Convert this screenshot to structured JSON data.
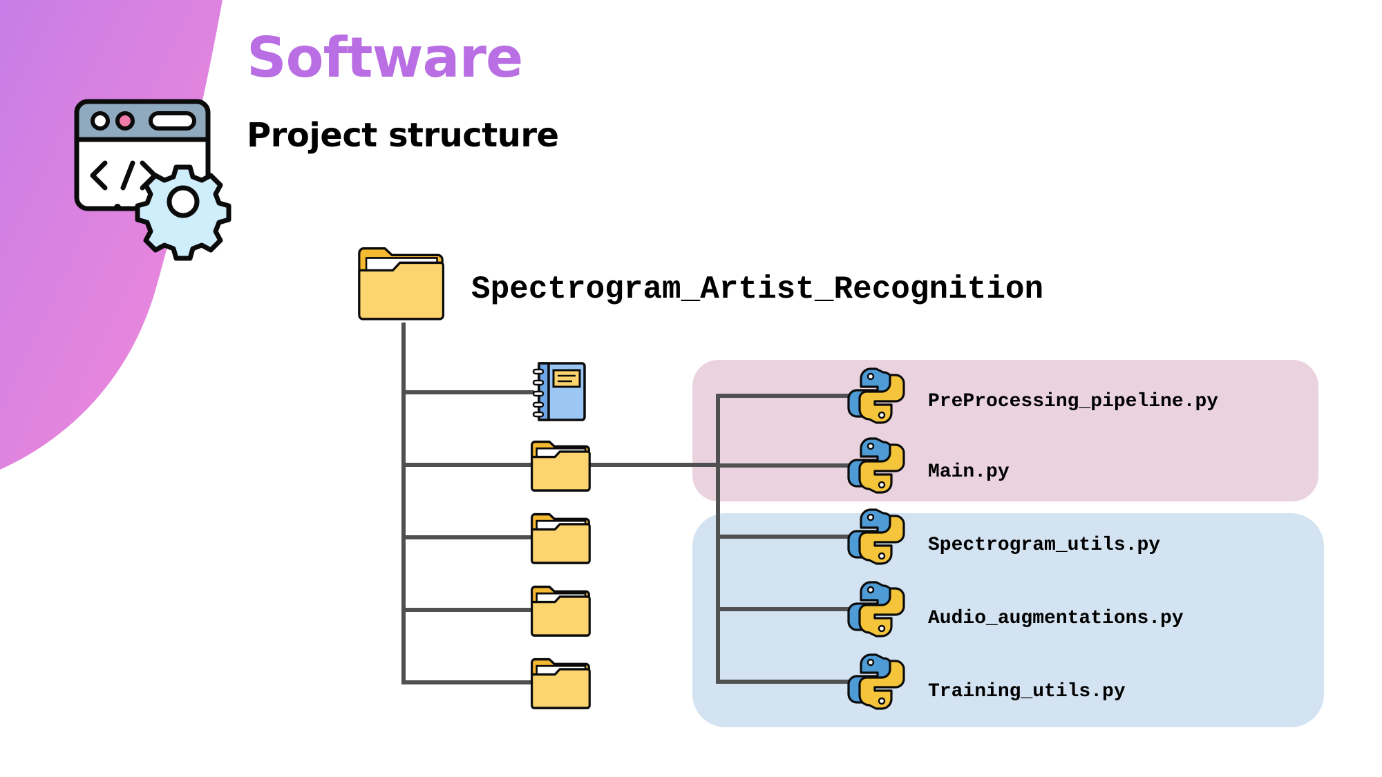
{
  "slide": {
    "title": "Software",
    "subtitle": "Project structure"
  },
  "colors": {
    "title": "#b96fe3",
    "blob_from": "#c77de6",
    "blob_to": "#f58ad9",
    "connector": "#505050",
    "group_pink": "#ead3de",
    "group_blue": "#d3e3f1",
    "folder_back": "#f6ba32",
    "folder_front": "#fdd56f",
    "notebook_cover": "#9cc7f4",
    "python_blue": "#4e9bd6",
    "python_yellow": "#f4c53b"
  },
  "tree": {
    "root": {
      "label": "Spectrogram_Artist_Recognition",
      "icon": "folder-icon"
    },
    "children": [
      {
        "type": "notebook",
        "icon": "notebook-icon"
      },
      {
        "type": "folder",
        "icon": "folder-icon",
        "expanded": true
      },
      {
        "type": "folder",
        "icon": "folder-icon"
      },
      {
        "type": "folder",
        "icon": "folder-icon"
      },
      {
        "type": "folder",
        "icon": "folder-icon"
      }
    ],
    "files": [
      {
        "name": "PreProcessing_pipeline.py",
        "icon": "python-icon",
        "group": "pink"
      },
      {
        "name": "Main.py",
        "icon": "python-icon",
        "group": "pink"
      },
      {
        "name": "Spectrogram_utils.py",
        "icon": "python-icon",
        "group": "blue"
      },
      {
        "name": "Audio_augmentations.py",
        "icon": "python-icon",
        "group": "blue"
      },
      {
        "name": "Training_utils.py",
        "icon": "python-icon",
        "group": "blue"
      }
    ]
  }
}
